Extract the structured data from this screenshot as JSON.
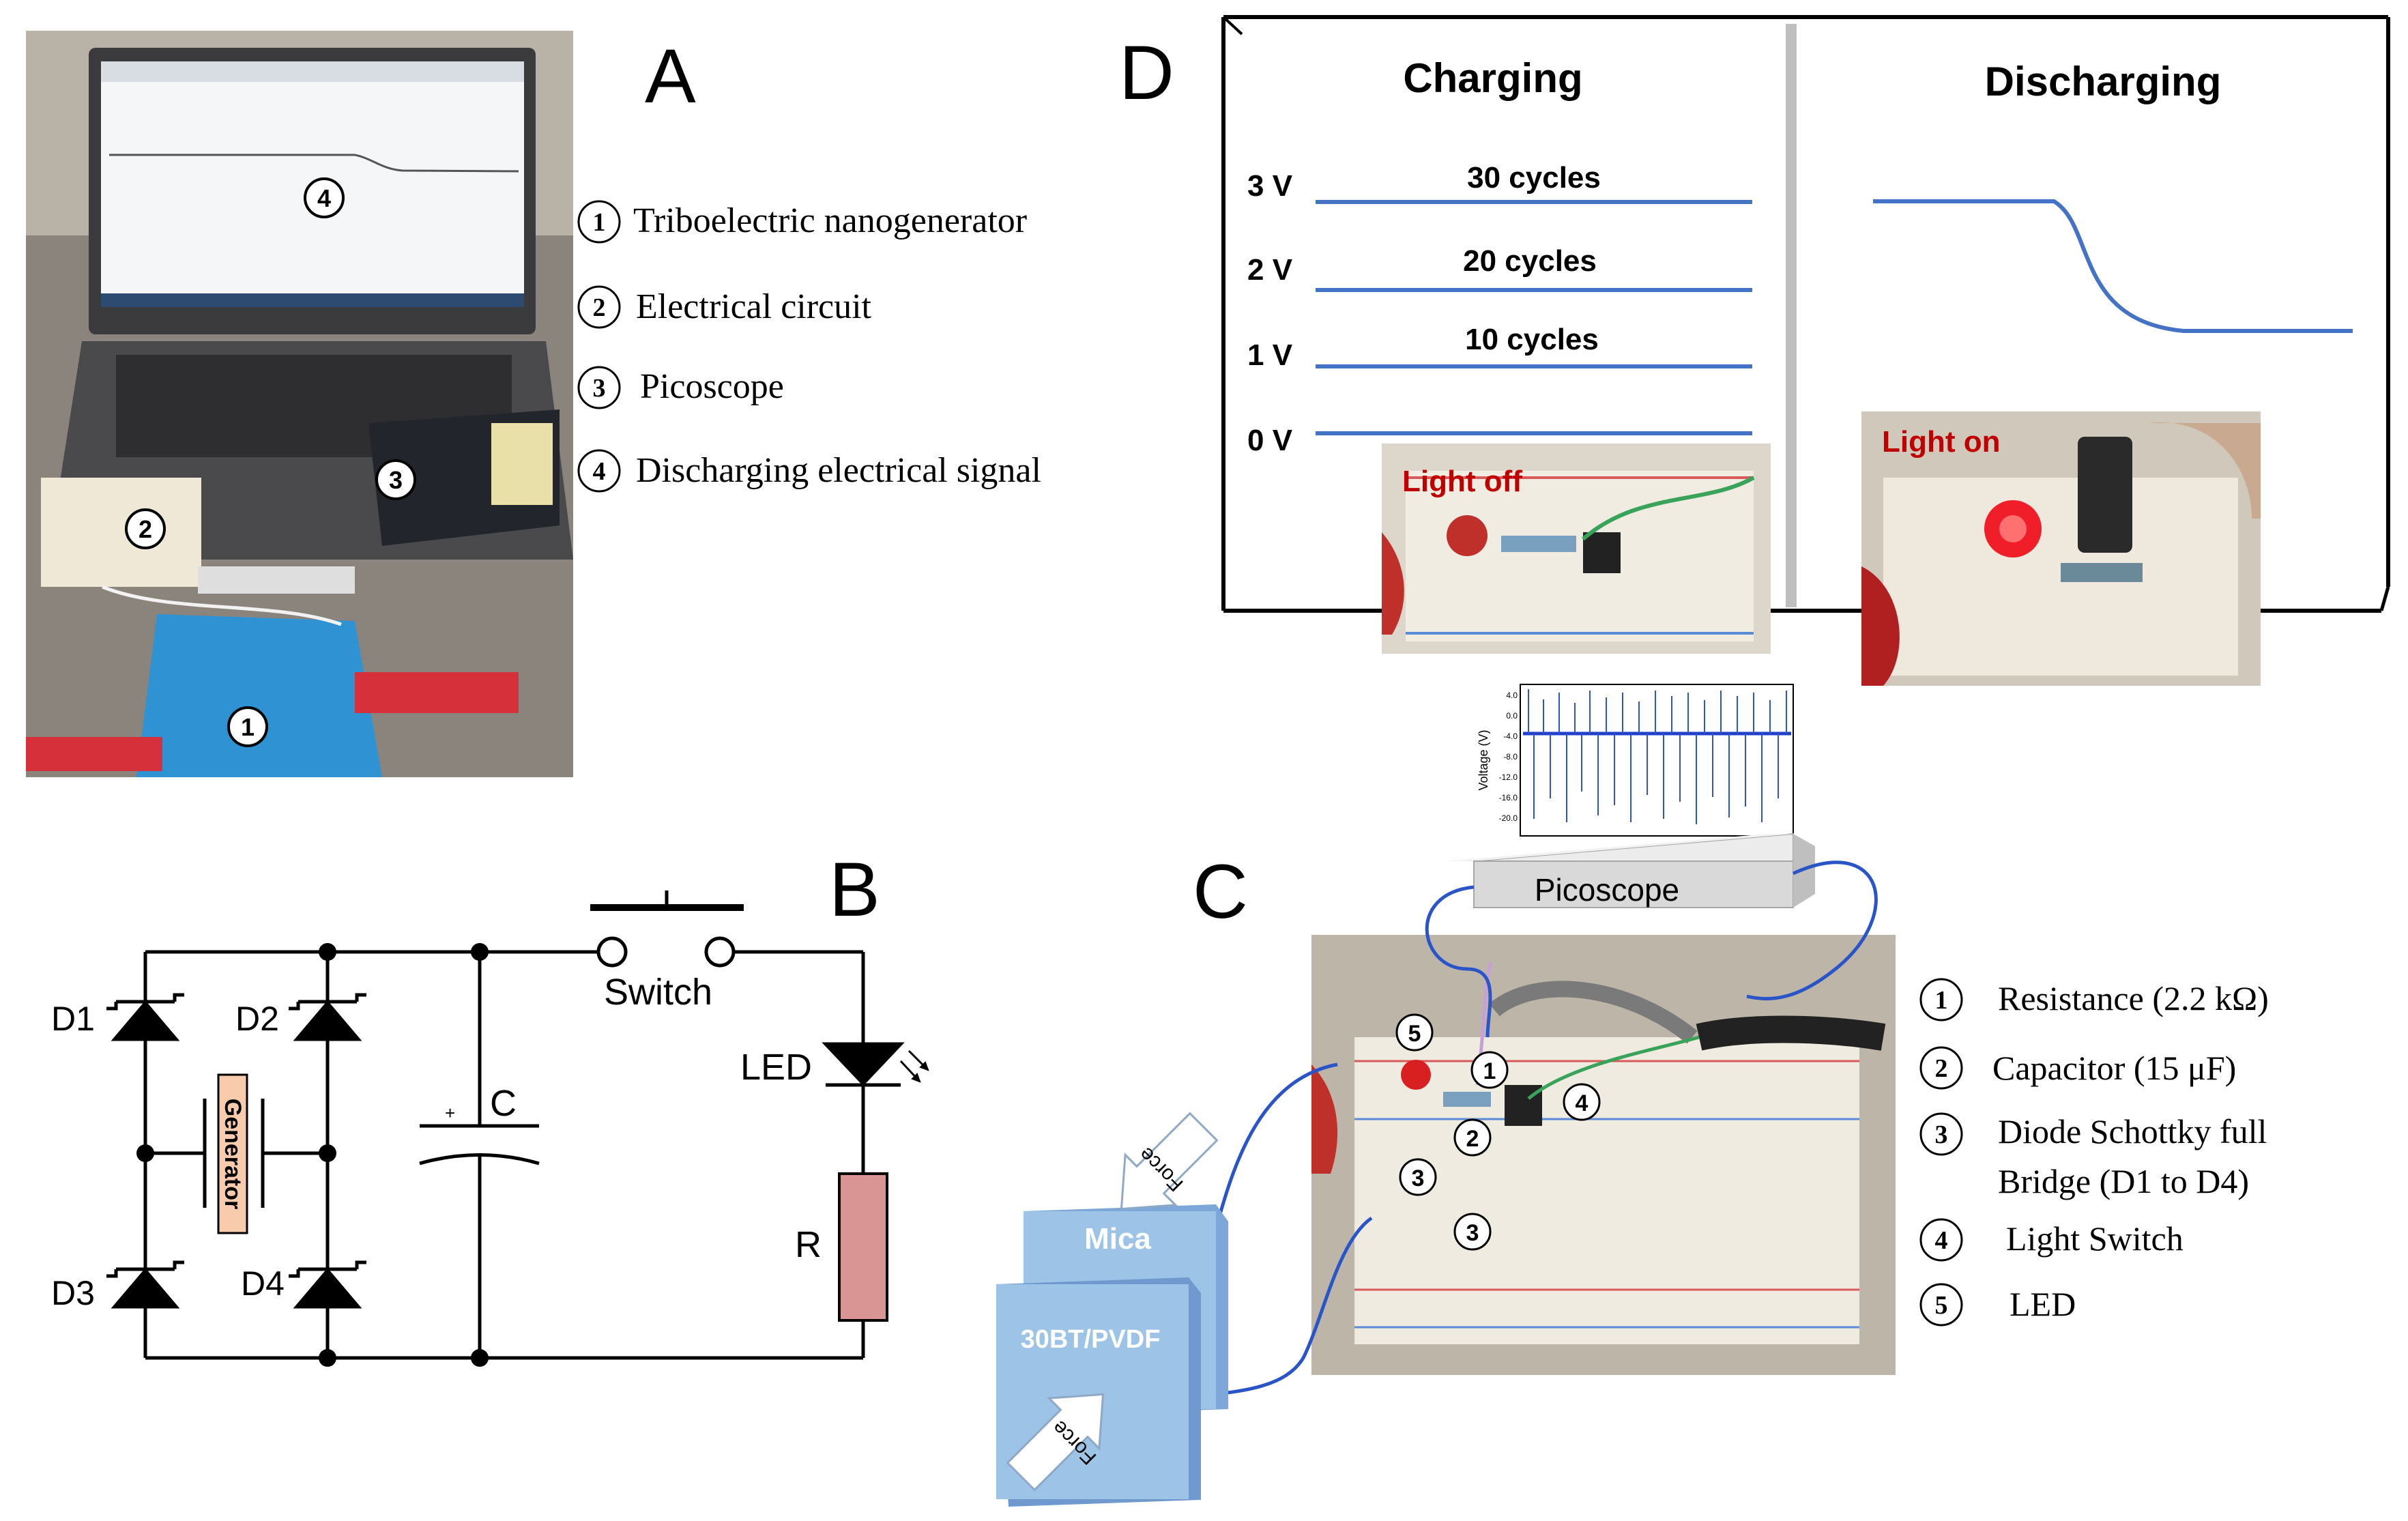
{
  "panels": {
    "a": {
      "letter": "A",
      "markers": [
        "4",
        "2",
        "3",
        "1"
      ],
      "legend": [
        {
          "num": "1",
          "text": "Triboelectric nanogenerator"
        },
        {
          "num": "2",
          "text": "Electrical circuit"
        },
        {
          "num": "3",
          "text": "Picoscope"
        },
        {
          "num": "4",
          "text": "Discharging electrical signal"
        }
      ]
    },
    "b": {
      "letter": "B",
      "labels": {
        "d1": "D1",
        "d2": "D2",
        "d3": "D3",
        "d4": "D4",
        "generator": "Generator",
        "cap_plus": "+",
        "cap": "C",
        "switch": "Switch",
        "led": "LED",
        "resistor": "R"
      }
    },
    "c": {
      "letter": "C",
      "picoscope": "Picoscope",
      "mica": "Mica",
      "film": "30BT/PVDF",
      "force": "Force",
      "scope_ylabel": "Voltage (V)",
      "scope_ticks": [
        "4.0",
        "0.0",
        "-4.0",
        "-8.0",
        "-12.0",
        "-16.0",
        "-20.0"
      ],
      "photo_markers": [
        "5",
        "1",
        "4",
        "2",
        "3",
        "3"
      ],
      "legend": [
        {
          "num": "1",
          "line1": "Resistance (2.2 kΩ)",
          "line2": ""
        },
        {
          "num": "2",
          "line1": "Capacitor (15 μF)",
          "line2": ""
        },
        {
          "num": "3",
          "line1": "Diode Schottky full",
          "line2": "Bridge (D1 to D4)"
        },
        {
          "num": "4",
          "line1": "Light Switch",
          "line2": ""
        },
        {
          "num": "5",
          "line1": "LED",
          "line2": ""
        }
      ]
    },
    "d": {
      "letter": "D",
      "charging": "Charging",
      "discharging": "Discharging",
      "levels": [
        {
          "volt": "3 V",
          "cycles": "30 cycles"
        },
        {
          "volt": "2 V",
          "cycles": "20 cycles"
        },
        {
          "volt": "1 V",
          "cycles": "10 cycles"
        },
        {
          "volt": "0 V",
          "cycles": ""
        }
      ],
      "light_off": "Light off",
      "light_on": "Light on"
    }
  },
  "colors": {
    "signal": "#4472c4",
    "resistor": "#d99594",
    "generator_fill": "#f8cbad",
    "light_text": "#c00000",
    "film_fill": "#9dc3e6",
    "picoscope_fill": "#d9d9d9"
  }
}
